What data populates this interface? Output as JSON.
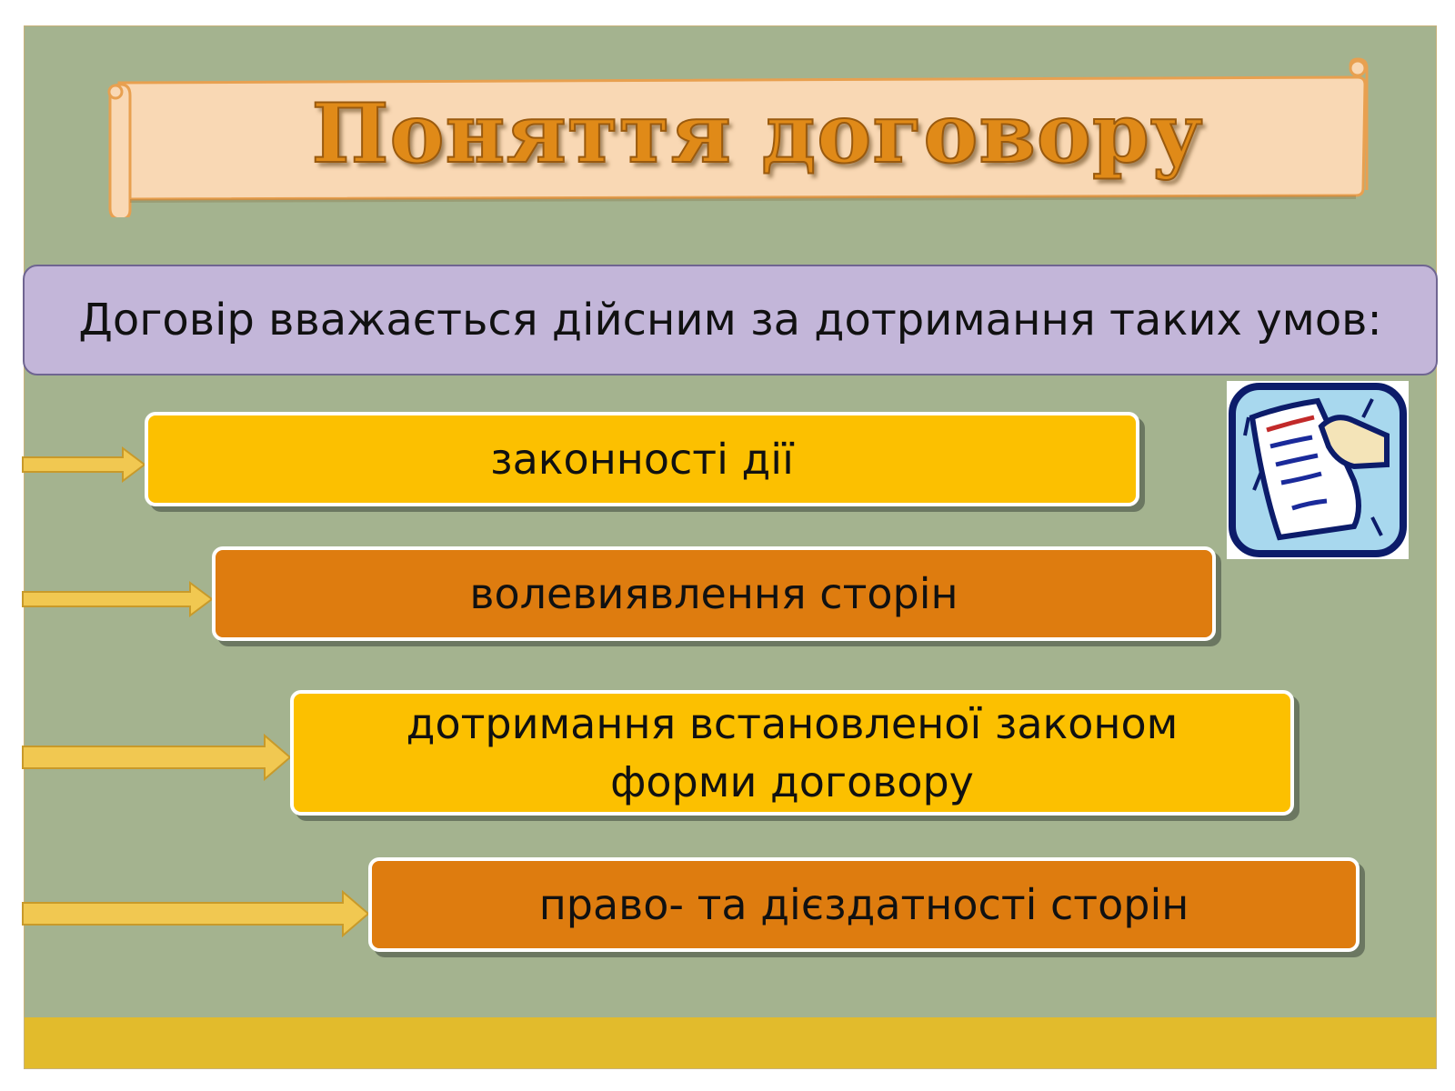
{
  "title": "Поняття договору",
  "intro": "Договір вважається дійсним за дотримання таких умов:",
  "conditions": [
    {
      "label": "законності дії",
      "color": "#fcc000"
    },
    {
      "label": "волевиявлення сторін",
      "color": "#de7c0f"
    },
    {
      "lines": [
        "дотримання встановленої законом",
        "форми договору"
      ],
      "color": "#fcc000"
    },
    {
      "label": "право- та дієздатності сторін",
      "color": "#de7c0f"
    }
  ],
  "colors": {
    "background": "#a4b38f",
    "scroll_fill": "#f9d8b4",
    "title_text": "#e08a18",
    "intro_box": "#c3b6d9",
    "arrow": "#f1c851",
    "band": "#e2bb2c"
  },
  "icons": [
    "arrow-right-icon",
    "document-icon"
  ]
}
